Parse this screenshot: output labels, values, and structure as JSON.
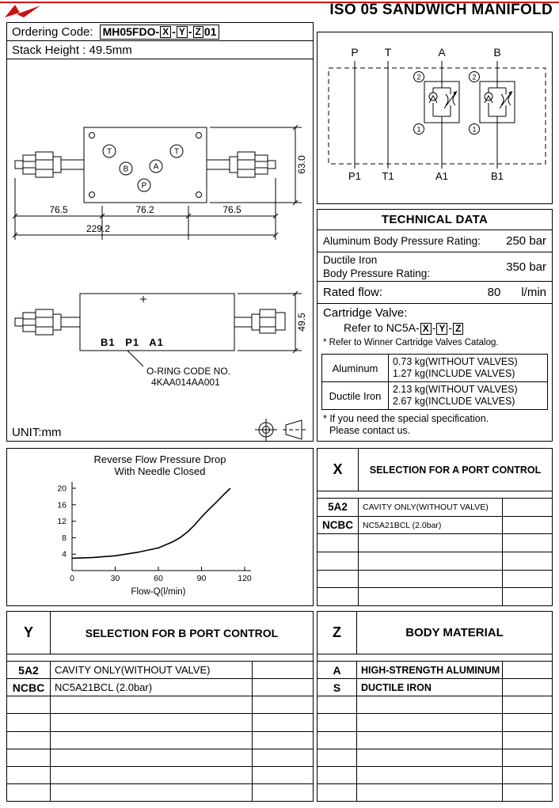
{
  "page": {
    "title": "ISO 05 SANDWICH MANIFOLD"
  },
  "ordering": {
    "label": "Ordering Code:",
    "code": {
      "prefix": "MH05FDO-",
      "x": "X",
      "sep": "-",
      "y": "Y",
      "z": "Z",
      "suffix": "01"
    },
    "stack_height": "Stack Height : 49.5mm"
  },
  "drawing": {
    "dim_left": "76.5",
    "dim_mid": "76.2",
    "dim_right": "76.5",
    "dim_total": "229.2",
    "dim_height": "63.0",
    "dim_stack": "49.5",
    "port_t1": "T",
    "port_t2": "T",
    "port_b": "B",
    "port_a": "A",
    "port_p": "P",
    "bottom_ports": "B1 P1 A1",
    "oring_line1": "O-RING CODE NO.",
    "oring_line2": "4KAA014AA001",
    "unit": "UNIT:mm"
  },
  "schematic": {
    "ports_top": [
      "P",
      "T",
      "A",
      "B"
    ],
    "ports_bottom": [
      "P1",
      "T1",
      "A1",
      "B1"
    ],
    "balloon_top": "2",
    "balloon_bottom": "1"
  },
  "technical_data": {
    "title": "TECHNICAL DATA",
    "aluminum_rating_label": "Aluminum Body Pressure Rating:",
    "aluminum_rating_value": "250 bar",
    "ductile_rating_label1": "Ductile Iron",
    "ductile_rating_label2": "Body Pressure Rating:",
    "ductile_rating_value": "350 bar",
    "rated_flow_label": "Rated flow:",
    "rated_flow_value": "80",
    "rated_flow_unit": "l/min",
    "cartridge_line1": "Cartridge Valve:",
    "cartridge_prefix": "Refer to NC5A-",
    "cartridge_x": "X",
    "cartridge_sep": "-",
    "cartridge_y": "Y",
    "cartridge_z": "Z",
    "cartridge_note": "* Refer to Winner Cartridge Valves Catalog.",
    "weights": [
      {
        "material": "Aluminum",
        "line1": "0.73 kg(WITHOUT VALVES)",
        "line2": "1.27 kg(INCLUDE VALVES)"
      },
      {
        "material": "Ductile Iron",
        "line1": "2.13 kg(WITHOUT VALVES)",
        "line2": "2.67 kg(INCLUDE VALVES)"
      }
    ],
    "footnote_line1": "* If you need the special specification.",
    "footnote_line2": "Please contact us."
  },
  "chart_data": {
    "type": "line",
    "title": "Reverse Flow Pressure Drop",
    "subtitle": "With Needle Closed",
    "xlabel": "Flow-Q(l/min)",
    "ylabel": "",
    "xlim": [
      0,
      120
    ],
    "ylim": [
      0,
      20
    ],
    "x_ticks": [
      0,
      30,
      60,
      90,
      120
    ],
    "y_ticks": [
      4,
      8,
      12,
      16,
      20
    ],
    "x": [
      0,
      15,
      30,
      45,
      60,
      70,
      75,
      80,
      85,
      90,
      95,
      100,
      105,
      110
    ],
    "y": [
      3,
      3.2,
      3.6,
      4.4,
      5.5,
      7,
      8,
      9.3,
      11,
      13,
      14.8,
      16.5,
      18.3,
      20
    ],
    "grid": false,
    "legend": "none"
  },
  "selection_x": {
    "key": "X",
    "title": "SELECTION FOR A PORT CONTROL",
    "rows": [
      {
        "code": "5A2",
        "desc": "CAVITY ONLY(WITHOUT VALVE)"
      },
      {
        "code": "NCBC",
        "desc": "NC5A21BCL (2.0bar)"
      }
    ],
    "empty_rows": 4
  },
  "selection_y": {
    "key": "Y",
    "title": "SELECTION FOR B PORT CONTROL",
    "rows": [
      {
        "code": "5A2",
        "desc": "CAVITY ONLY(WITHOUT VALVE)"
      },
      {
        "code": "NCBC",
        "desc": "NC5A21BCL (2.0bar)"
      }
    ],
    "empty_rows": 6
  },
  "body_material": {
    "key": "Z",
    "title": "BODY MATERIAL",
    "rows": [
      {
        "code": "A",
        "desc": "HIGH-STRENGTH ALUMINUM"
      },
      {
        "code": "S",
        "desc": "DUCTILE IRON"
      }
    ],
    "empty_rows": 6
  },
  "colors": {
    "accent_red": "#cc1111",
    "line_black": "#000000"
  }
}
